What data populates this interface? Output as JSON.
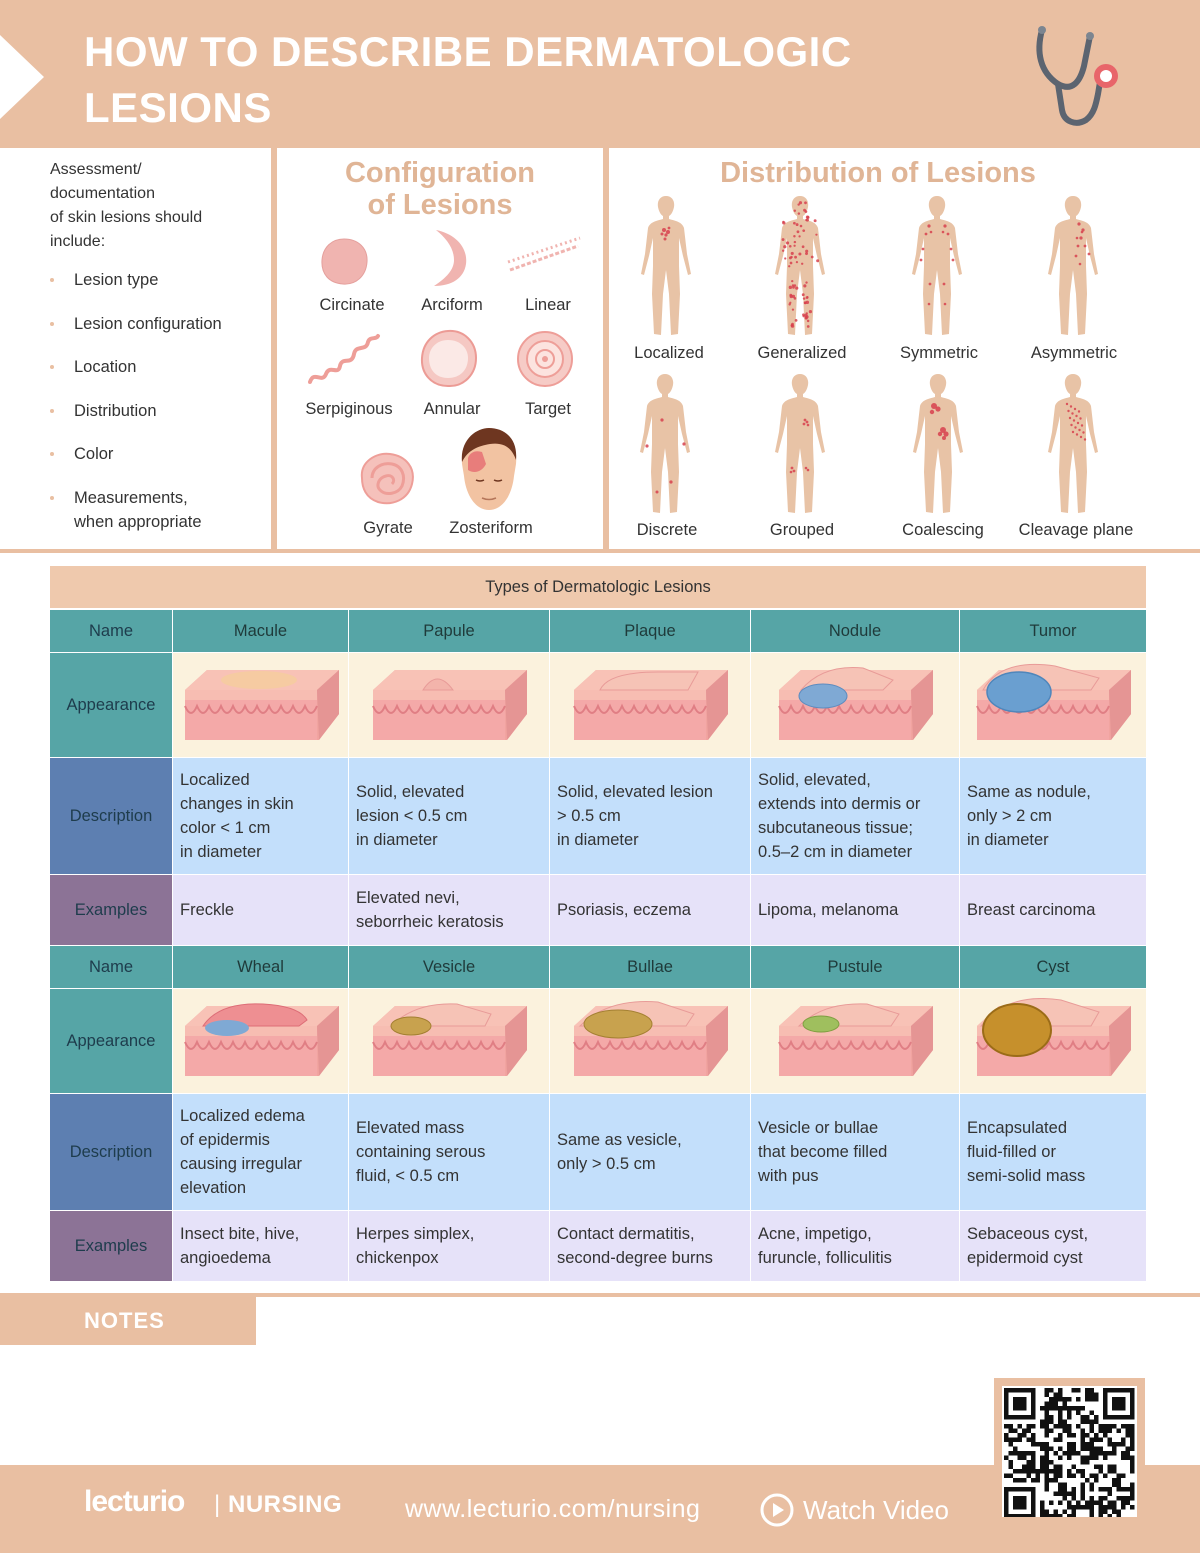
{
  "header": {
    "title_line1": "HOW TO DESCRIBE DERMATOLOGIC",
    "title_line2": "LESIONS",
    "icon": "stethoscope-icon"
  },
  "assessment": {
    "intro_line1": "Assessment/",
    "intro_line2": "documentation",
    "intro_line3": "of skin lesions should",
    "intro_line4": "include:",
    "items": [
      "Lesion type",
      "Lesion configuration",
      "Location",
      "Distribution",
      "Color",
      "Measurements,",
      "when appropriate"
    ]
  },
  "configuration": {
    "title_line1": "Configuration",
    "title_line2": "of Lesions",
    "items": [
      "Circinate",
      "Arciform",
      "Linear",
      "Serpiginous",
      "Annular",
      "Target",
      "Gyrate",
      "Zosteriform"
    ]
  },
  "distribution": {
    "title": "Distribution of Lesions",
    "items": [
      "Localized",
      "Generalized",
      "Symmetric",
      "Asymmetric",
      "Discrete",
      "Grouped",
      "Coalescing",
      "Cleavage plane"
    ]
  },
  "table": {
    "title": "Types of Dermatologic Lesions",
    "row_labels": {
      "name": "Name",
      "appearance": "Appearance",
      "description": "Description",
      "examples": "Examples"
    },
    "section1": {
      "names": [
        "Macule",
        "Papule",
        "Plaque",
        "Nodule",
        "Tumor"
      ],
      "descriptions": [
        [
          "Localized",
          "changes in skin",
          "color < 1 cm",
          "in diameter"
        ],
        [
          "Solid, elevated",
          "lesion < 0.5 cm",
          "in diameter"
        ],
        [
          "Solid, elevated lesion",
          "> 0.5 cm",
          "in diameter"
        ],
        [
          "Solid, elevated,",
          "extends into dermis or",
          "subcutaneous tissue;",
          "0.5–2 cm in diameter"
        ],
        [
          "Same as nodule,",
          "only > 2 cm",
          "in diameter"
        ]
      ],
      "examples": [
        [
          "Freckle"
        ],
        [
          "Elevated nevi,",
          "seborrheic keratosis"
        ],
        [
          "Psoriasis, eczema"
        ],
        [
          "Lipoma, melanoma"
        ],
        [
          "Breast carcinoma"
        ]
      ]
    },
    "section2": {
      "names": [
        "Wheal",
        "Vesicle",
        "Bullae",
        "Pustule",
        "Cyst"
      ],
      "descriptions": [
        [
          "Localized edema",
          "of epidermis",
          "causing irregular",
          "elevation"
        ],
        [
          "Elevated mass",
          "containing serous",
          "fluid, < 0.5 cm"
        ],
        [
          "Same as vesicle,",
          "only > 0.5 cm"
        ],
        [
          "Vesicle or bullae",
          "that become filled",
          "with pus"
        ],
        [
          "Encapsulated",
          "fluid-filled or",
          "semi-solid mass"
        ]
      ],
      "examples": [
        [
          "Insect bite, hive,",
          "angioedema"
        ],
        [
          "Herpes simplex,",
          "chickenpox"
        ],
        [
          "Contact dermatitis,",
          "second-degree burns"
        ],
        [
          "Acne, impetigo,",
          "furuncle, folliculitis"
        ],
        [
          "Sebaceous cyst,",
          "epidermoid cyst"
        ]
      ]
    }
  },
  "notes": {
    "label": "NOTES"
  },
  "footer": {
    "logo": "lecturio",
    "separator": "|",
    "brand": "NURSING",
    "url": "www.lecturio.com/nursing",
    "watch_label": "Watch Video"
  },
  "colors": {
    "peach": "#e9bfa2",
    "teal": "#56a5a6",
    "blue": "#5d7fb1",
    "purple": "#8c7396",
    "desc_bg": "#c3dffb",
    "ex_bg": "#e6e2f9",
    "app_bg": "#fbf2dd"
  }
}
